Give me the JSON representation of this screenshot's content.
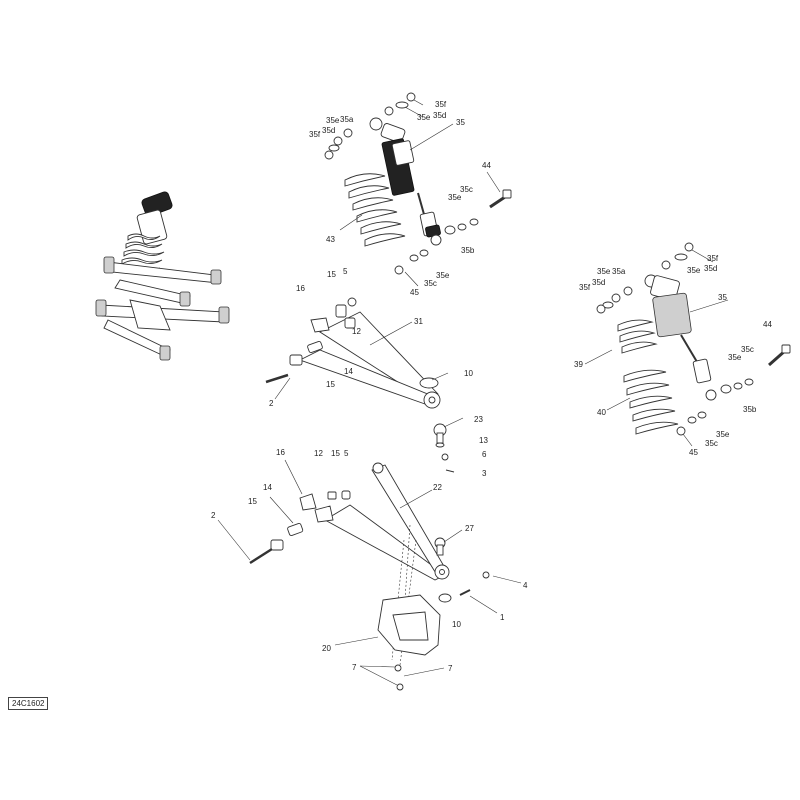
{
  "diagram_code": "24C1602",
  "callouts": {
    "top_shock": [
      "35f",
      "35e",
      "35d",
      "35",
      "35e",
      "35a",
      "35d",
      "35f",
      "44",
      "35c",
      "35e",
      "43",
      "35b",
      "35e",
      "45",
      "35c"
    ],
    "right_shock": [
      "35f",
      "35e",
      "35d",
      "35e",
      "35a",
      "35d",
      "35f",
      "35",
      "44",
      "35c",
      "35e",
      "39",
      "40",
      "35b",
      "35e",
      "45",
      "35c"
    ],
    "upper_arm": [
      "15",
      "5",
      "16",
      "31",
      "12",
      "14",
      "15",
      "2",
      "10",
      "23",
      "13",
      "6",
      "3"
    ],
    "lower_arm": [
      "16",
      "12",
      "15",
      "5",
      "22",
      "14",
      "15",
      "2",
      "27",
      "4",
      "1",
      "10",
      "20",
      "7",
      "7"
    ]
  }
}
